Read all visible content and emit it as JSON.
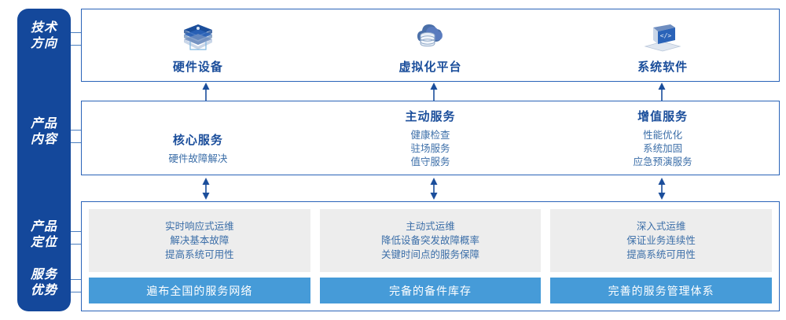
{
  "rail": {
    "labels": [
      {
        "name": "technology-direction",
        "lines": [
          "技术",
          "方向"
        ]
      },
      {
        "name": "product-content",
        "lines": [
          "产品",
          "内容"
        ]
      },
      {
        "name": "product-positioning",
        "lines": [
          "产品",
          "定位"
        ]
      },
      {
        "name": "service-advantage",
        "lines": [
          "服务",
          "优势"
        ]
      }
    ],
    "color": "#14489b"
  },
  "tech": {
    "items": [
      {
        "icon": "server-stack-icon",
        "title": "硬件设备"
      },
      {
        "icon": "cloud-database-icon",
        "title": "虚拟化平台"
      },
      {
        "icon": "laptop-code-icon",
        "title": "系统软件"
      }
    ]
  },
  "content": {
    "columns": [
      {
        "head": "核心服务",
        "items": [
          "硬件故障解决"
        ]
      },
      {
        "head": "主动服务",
        "items": [
          "健康检查",
          "驻场服务",
          "值守服务"
        ]
      },
      {
        "head": "增值服务",
        "items": [
          "性能优化",
          "系统加固",
          "应急预演服务"
        ]
      }
    ]
  },
  "bottom": {
    "columns": [
      {
        "card": [
          "实时响应式运维",
          "解决基本故障",
          "提高系统可用性"
        ],
        "bar": "遍布全国的服务网络"
      },
      {
        "card": [
          "主动式运维",
          "降低设备突发故障概率",
          "关键时间点的服务保障"
        ],
        "bar": "完备的备件库存"
      },
      {
        "card": [
          "深入式运维",
          "保证业务连续性",
          "提高系统可用性"
        ],
        "bar": "完善的服务管理体系"
      }
    ],
    "card_bg": "#ededed",
    "bar_bg": "#469bd8"
  },
  "arrows": {
    "up": [
      "arrow-up-icon",
      "arrow-up-icon",
      "arrow-up-icon"
    ],
    "double": [
      "arrow-up-down-icon",
      "arrow-up-down-icon",
      "arrow-up-down-icon"
    ]
  },
  "colors": {
    "rail": "#14489b",
    "box_border": "#2a63b8",
    "heading": "#1b4e9b",
    "body_text": "#3b6ea8",
    "bar": "#469bd8",
    "card": "#ededed"
  }
}
